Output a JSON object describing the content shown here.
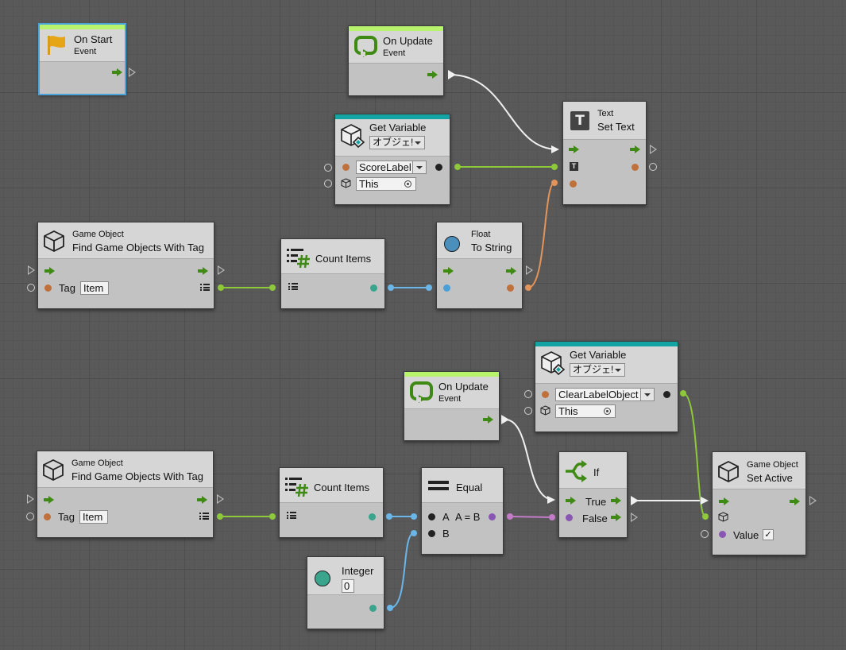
{
  "on_start": {
    "title": "On Start",
    "subtitle": "Event"
  },
  "on_update_1": {
    "title": "On Update",
    "subtitle": "Event"
  },
  "get_var_1": {
    "title": "Get Variable",
    "kind": "オブジェ!",
    "name": "ScoreLabel",
    "target": "This"
  },
  "set_text": {
    "category": "Text",
    "title": "Set Text"
  },
  "find_1": {
    "category": "Game Object",
    "title": "Find Game Objects With Tag",
    "tag_label": "Tag",
    "tag_value": "Item"
  },
  "count_1": {
    "title": "Count Items"
  },
  "float_to_string": {
    "category": "Float",
    "title": "To String"
  },
  "get_var_2": {
    "title": "Get Variable",
    "kind": "オブジェ!",
    "name": "ClearLabelObject",
    "target": "This"
  },
  "on_update_2": {
    "title": "On Update",
    "subtitle": "Event"
  },
  "find_2": {
    "category": "Game Object",
    "title": "Find Game Objects With Tag",
    "tag_label": "Tag",
    "tag_value": "Item"
  },
  "count_2": {
    "title": "Count Items"
  },
  "equal": {
    "title": "Equal",
    "a_label": "A",
    "result_label": "A = B",
    "b_label": "B"
  },
  "if_node": {
    "title": "If",
    "true_label": "True",
    "false_label": "False"
  },
  "set_active": {
    "category": "Game Object",
    "title": "Set Active",
    "value_label": "Value",
    "value_checked": "✓"
  },
  "integer": {
    "title": "Integer",
    "value": "0"
  },
  "colors": {
    "event_band": "#b8f46b",
    "unit_band": "#14a3a3",
    "flow": "#3f8a14",
    "wire_green": "#8ec93a",
    "wire_blue": "#6ab6e8",
    "wire_orange": "#e2945a",
    "wire_purple": "#c37cc7",
    "wire_white": "#f0f0f0",
    "port_orange": "#c0703a",
    "port_teal": "#3aa48c",
    "port_purple": "#8a56b4",
    "port_blue": "#4b9fd8"
  },
  "icons": [
    "flag-icon",
    "loop-icon",
    "text-icon",
    "variable-icon",
    "cube-icon",
    "list-count-icon",
    "circle-float-icon",
    "equal-icon",
    "branch-icon",
    "circle-integer-icon"
  ]
}
